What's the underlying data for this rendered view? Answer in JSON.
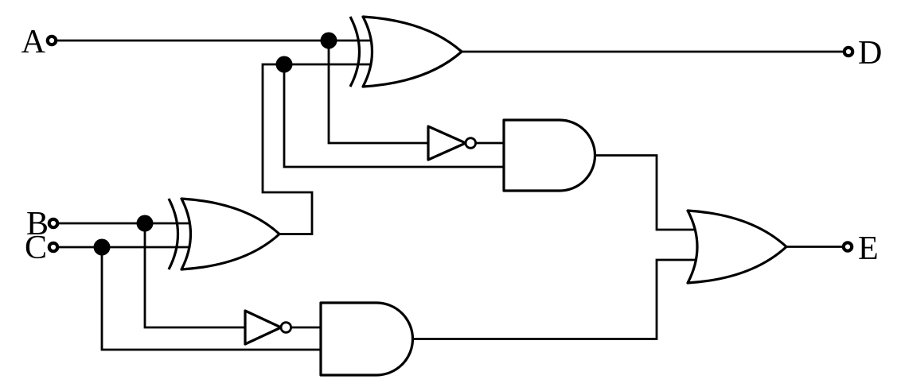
{
  "page": {
    "background_color": "#ffffff",
    "ink_color": "#000000"
  },
  "circuit": {
    "kind": "logic-gate-schematic",
    "inputs": [
      {
        "id": "A",
        "label": "A"
      },
      {
        "id": "B",
        "label": "B"
      },
      {
        "id": "C",
        "label": "C"
      }
    ],
    "outputs": [
      {
        "id": "D",
        "label": "D"
      },
      {
        "id": "E",
        "label": "E"
      }
    ],
    "gates": [
      {
        "id": "xor-top",
        "type": "XOR",
        "inputs": [
          "A",
          "B xor C"
        ],
        "output": "D"
      },
      {
        "id": "xor-left",
        "type": "XOR",
        "inputs": [
          "B",
          "C"
        ],
        "output": "B xor C"
      },
      {
        "id": "not-middle",
        "type": "NOT",
        "inputs": [
          "A"
        ],
        "output": "not A"
      },
      {
        "id": "and-middle",
        "type": "AND",
        "inputs": [
          "not A",
          "B xor C"
        ],
        "output": "(not A) and (B xor C)"
      },
      {
        "id": "not-bottom",
        "type": "NOT",
        "inputs": [
          "B"
        ],
        "output": "not B"
      },
      {
        "id": "and-bottom",
        "type": "AND",
        "inputs": [
          "not B",
          "C"
        ],
        "output": "(not B) and C"
      },
      {
        "id": "or-right",
        "type": "OR",
        "inputs": [
          "(not A) and (B xor C)",
          "(not B) and C"
        ],
        "output": "E"
      }
    ],
    "equations": [
      "D = A xor (B xor C)",
      "E = ((not A) and (B xor C)) or ((not B) and C)"
    ],
    "junction_count": 4,
    "terminal_count": 5
  }
}
